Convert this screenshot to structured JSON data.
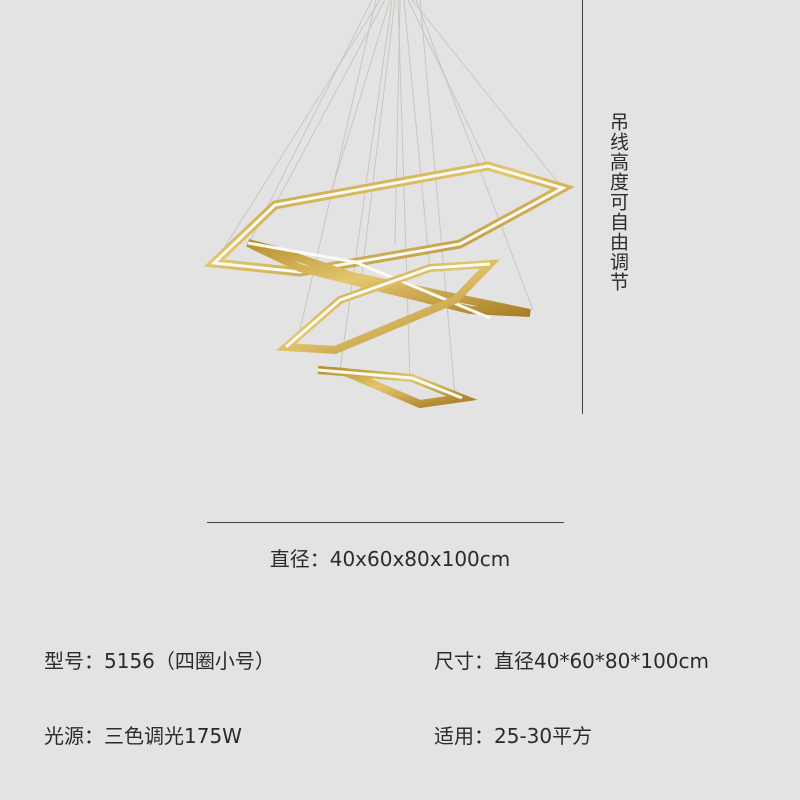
{
  "vertical_note": "吊线高度可自由调节",
  "diameter_label": "直径：40x60x80x100cm",
  "specs": {
    "model": "型号：5156（四圈小号）",
    "size": "尺寸：直径40*60*80*100cm",
    "light": "光源：三色调光175W",
    "area": "适用：25-30平方"
  },
  "colors": {
    "background": "#e3e3e3",
    "gold": "#c9a24a",
    "led": "#fbfaf3"
  }
}
